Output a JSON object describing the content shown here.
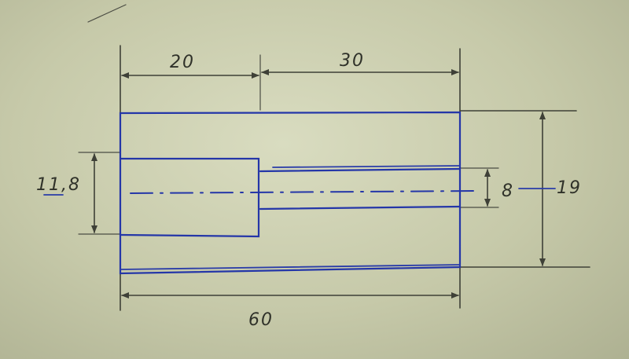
{
  "dimensions": {
    "left_section_length": "20",
    "right_section_length": "30",
    "total_length": "60",
    "large_bore_diameter": "11,8",
    "small_bore_diameter": "8",
    "outer_diameter": "19"
  },
  "colors": {
    "paper": "#cbcdb0",
    "ink_blue": "#2436a8",
    "pencil": "#3e4037"
  }
}
